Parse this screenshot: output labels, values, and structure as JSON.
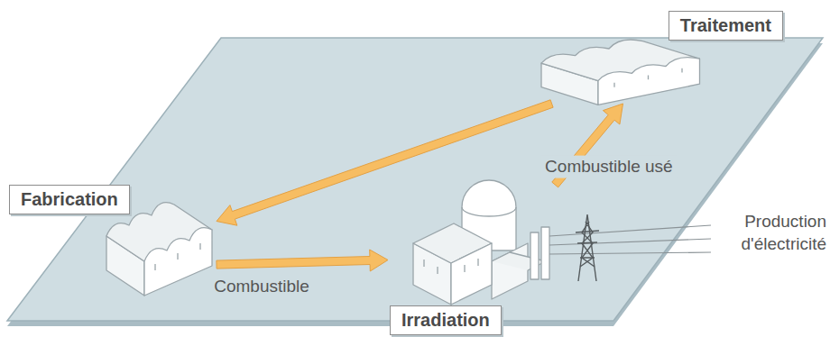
{
  "diagram": {
    "nodes": [
      {
        "text": [
          "Traitement"
        ]
      },
      {
        "text": [
          "Fabrication"
        ]
      },
      {
        "text": [
          "Irradiation"
        ]
      }
    ],
    "edges": [
      {
        "from": 1,
        "to": 2,
        "label": "Combustible",
        "arrow": "to"
      },
      {
        "from": 2,
        "to": 0,
        "label": "Combustible usé",
        "arrow": "to"
      },
      {
        "from": 0,
        "to": 1,
        "arrow": "to"
      }
    ],
    "labels": [
      "Production d'électricité"
    ]
  }
}
